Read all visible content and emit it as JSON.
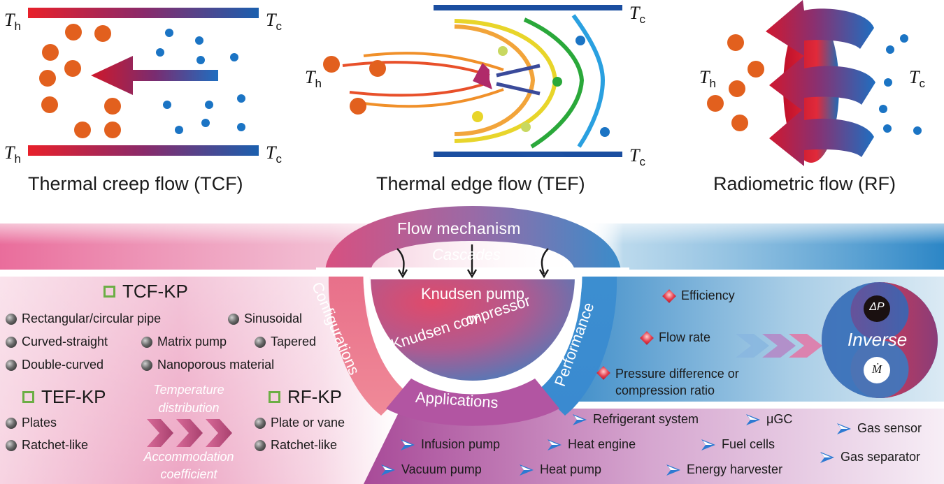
{
  "top": {
    "tcf": {
      "caption": "Thermal creep flow (TCF)",
      "th": "T",
      "th_sub": "h",
      "tc": "T",
      "tc_sub": "c"
    },
    "tef": {
      "caption": "Thermal edge flow (TEF)",
      "th": "T",
      "th_sub": "h",
      "tc": "T",
      "tc_sub": "c"
    },
    "rf": {
      "caption": "Radiometric flow (RF)",
      "th": "T",
      "th_sub": "h",
      "tc": "T",
      "tc_sub": "c"
    }
  },
  "center": {
    "flow_mechanism": "Flow mechanism",
    "cascades": "Cascades",
    "pump_line1": "Knudsen pump",
    "pump_line2": "or",
    "pump_line3": "Knudsen compressor",
    "configurations": "Configurations",
    "performance": "Performance",
    "applications": "Applications"
  },
  "config": {
    "tcf_title": "TCF-KP",
    "tcf_items": [
      "Rectangular/circular pipe",
      "Sinusoidal",
      "Curved-straight",
      "Matrix pump",
      "Tapered",
      "Double-curved",
      "Nanoporous material"
    ],
    "tef_title": "TEF-KP",
    "tef_items": [
      "Plates",
      "Ratchet-like"
    ],
    "rf_title": "RF-KP",
    "rf_items": [
      "Plate or vane",
      "Ratchet-like"
    ],
    "mid_top_1": "Temperature",
    "mid_top_2": "distribution",
    "mid_bot_1": "Accommodation",
    "mid_bot_2": "coefficient"
  },
  "performance": {
    "items": [
      "Efficiency",
      "Flow rate",
      "Pressure difference or",
      "compression ratio"
    ],
    "inverse": "Inverse",
    "delta_p": "ΔP",
    "mdot": "Ṁ"
  },
  "applications": {
    "items": [
      "Refrigerant system",
      "μGC",
      "Gas sensor",
      "Infusion pump",
      "Heat engine",
      "Fuel cells",
      "Gas separator",
      "Vacuum pump",
      "Heat pump",
      "Energy harvester"
    ]
  },
  "colors": {
    "hot": "#e8202a",
    "cold": "#1b5fae",
    "pink": "#e85a8a",
    "purple": "#b2509a",
    "blue": "#3b84c4",
    "green": "#6cae45"
  }
}
